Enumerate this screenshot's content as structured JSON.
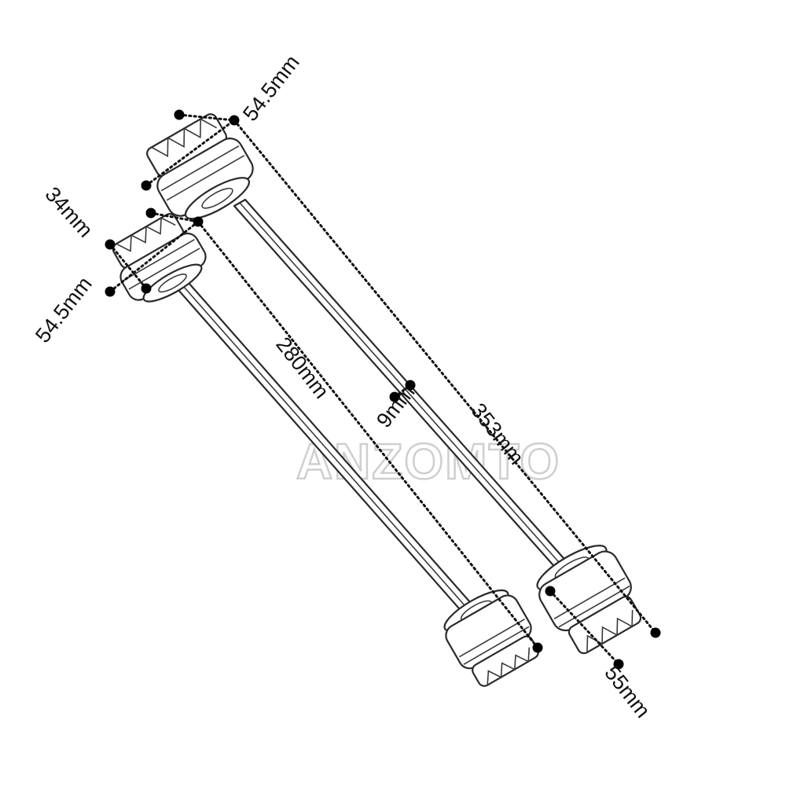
{
  "watermark": {
    "text": "ANZOMTO"
  },
  "dimensions": {
    "left_top_diameter": "54.5mm",
    "right_top_diameter": "54.5mm",
    "left_cap_height": "34mm",
    "short_rod_length": "280mm",
    "rod_diameter": "9mm",
    "long_rod_length": "353mm",
    "bottom_cap_diameter": "55mm"
  },
  "colors": {
    "line": "#2a2a2a",
    "dots": "#000000",
    "watermark_outline": "#cfcfcf"
  }
}
